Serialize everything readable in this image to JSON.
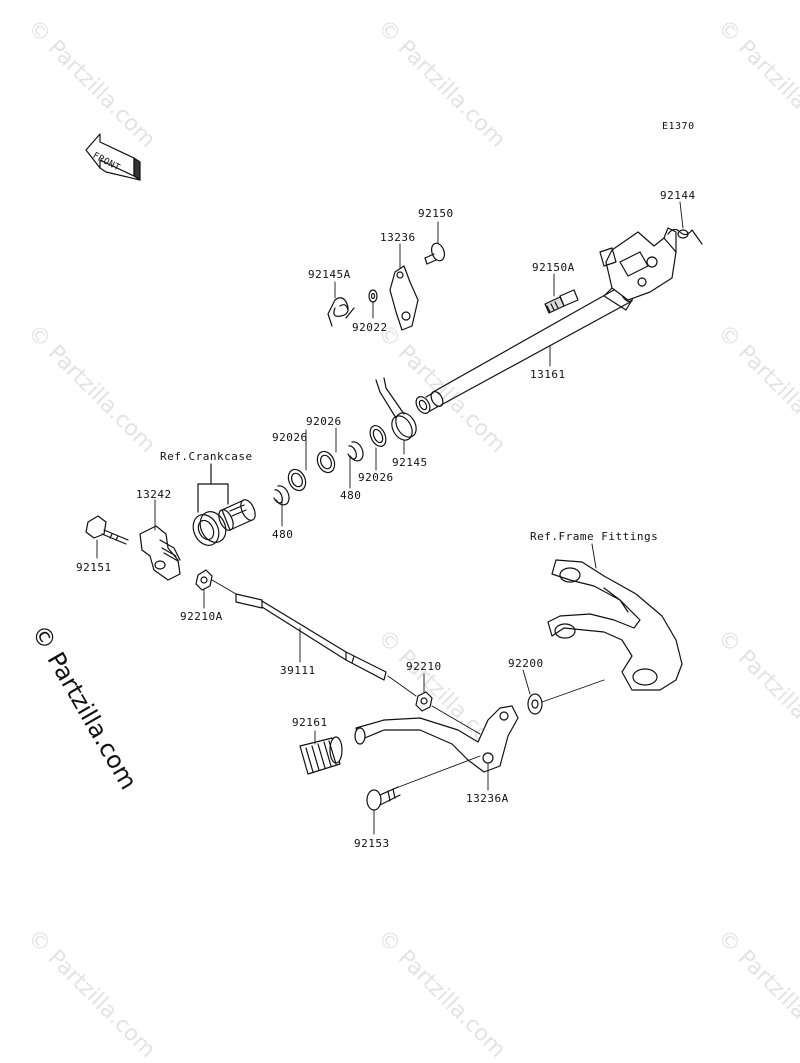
{
  "diagram": {
    "code": "E1370",
    "front_label": "FRONT",
    "watermark": "© Partzilla.com",
    "side_watermark": "© Partzilla.com",
    "parts": {
      "p92150": "92150",
      "p13236": "13236",
      "p92145A": "92145A",
      "p92022": "92022",
      "p92150A": "92150A",
      "p92144": "92144",
      "p13161": "13161",
      "p92026a": "92026",
      "p92026b": "92026",
      "p92026c": "92026",
      "p92145": "92145",
      "p480a": "480",
      "p480b": "480",
      "p13242": "13242",
      "p92151": "92151",
      "p92210A": "92210A",
      "p39111": "39111",
      "p92210": "92210",
      "p92200": "92200",
      "p92161": "92161",
      "p13236A": "13236A",
      "p92153": "92153"
    },
    "refs": {
      "crankcase": "Ref.Crankcase",
      "frame": "Ref.Frame Fittings"
    }
  }
}
